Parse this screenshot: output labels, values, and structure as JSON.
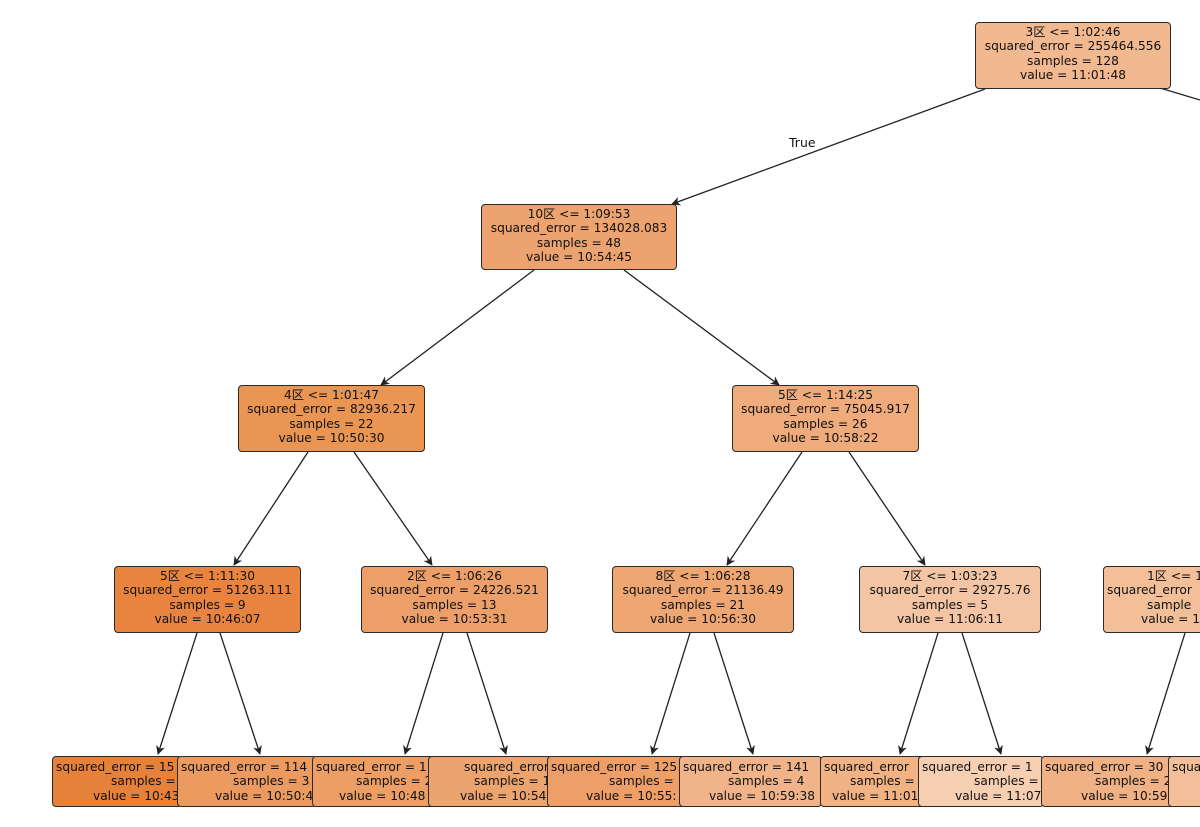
{
  "edge_labels": {
    "true_label": "True"
  },
  "nodes": {
    "n0": {
      "fill": "#f2b890",
      "lines": [
        "3区 <= 1:02:46",
        "squared_error = 255464.556",
        "samples = 128",
        "value = 11:01:48"
      ]
    },
    "n1": {
      "fill": "#eda36f",
      "lines": [
        "10区 <= 1:09:53",
        "squared_error = 134028.083",
        "samples = 48",
        "value = 10:54:45"
      ]
    },
    "n2": {
      "fill": "#ea9552",
      "lines": [
        "4区 <= 1:01:47",
        "squared_error = 82936.217",
        "samples = 22",
        "value = 10:50:30"
      ]
    },
    "n3": {
      "fill": "#efab7b",
      "lines": [
        "5区 <= 1:14:25",
        "squared_error = 75045.917",
        "samples = 26",
        "value = 10:58:22"
      ]
    },
    "n4": {
      "fill": "#e8843f",
      "lines": [
        "5区 <= 1:11:30",
        "squared_error = 51263.111",
        "samples = 9",
        "value = 10:46:07"
      ]
    },
    "n5": {
      "fill": "#ec9f68",
      "lines": [
        "2区 <= 1:06:26",
        "squared_error = 24226.521",
        "samples = 13",
        "value = 10:53:31"
      ]
    },
    "n6": {
      "fill": "#eea673",
      "lines": [
        "8区 <= 1:06:28",
        "squared_error = 21136.49",
        "samples = 21",
        "value = 10:56:30"
      ]
    },
    "n7": {
      "fill": "#f4c5a4",
      "lines": [
        "7区 <= 1:03:23",
        "squared_error = 29275.76",
        "samples = 5",
        "value = 11:06:11"
      ]
    },
    "n8": {
      "fill": "#f3bf98",
      "lines": [
        "1区 <= 1",
        "squared_error",
        "sample",
        "value = 1"
      ]
    },
    "l1": {
      "fill": "#e58139",
      "lines": [
        "squared_error = 15",
        "samples =",
        "value = 10:43"
      ]
    },
    "l2": {
      "fill": "#eb9b5f",
      "lines": [
        "squared_error = 114",
        "samples = 3",
        "value = 10:50:4"
      ]
    },
    "l3": {
      "fill": "#ec9e65",
      "lines": [
        "squared_error = 1",
        "samples = 2",
        "value = 10:48"
      ]
    },
    "l4": {
      "fill": "#eca46f",
      "lines": [
        "squared_error = 8",
        "samples = 1",
        "value = 10:54"
      ]
    },
    "l5": {
      "fill": "#ee9f68",
      "lines": [
        "squared_error = 125",
        "samples = 17",
        "value = 10:55:"
      ]
    },
    "l6": {
      "fill": "#f1b48a",
      "lines": [
        "squared_error = 141",
        "samples = 4",
        "value = 10:59:38"
      ]
    },
    "l7": {
      "fill": "#f1b383",
      "lines": [
        "squared_error",
        "samples =",
        "value = 11:01"
      ]
    },
    "l8": {
      "fill": "#f6cfb2",
      "lines": [
        "squared_error = 1",
        "samples =",
        "value = 11:07"
      ]
    },
    "l9": {
      "fill": "#f0b285",
      "lines": [
        "squared_error = 30",
        "samples = 2",
        "value = 10:59"
      ]
    },
    "l10": {
      "fill": "#f3bf9a",
      "lines": [
        "squa",
        "",
        ""
      ]
    }
  }
}
